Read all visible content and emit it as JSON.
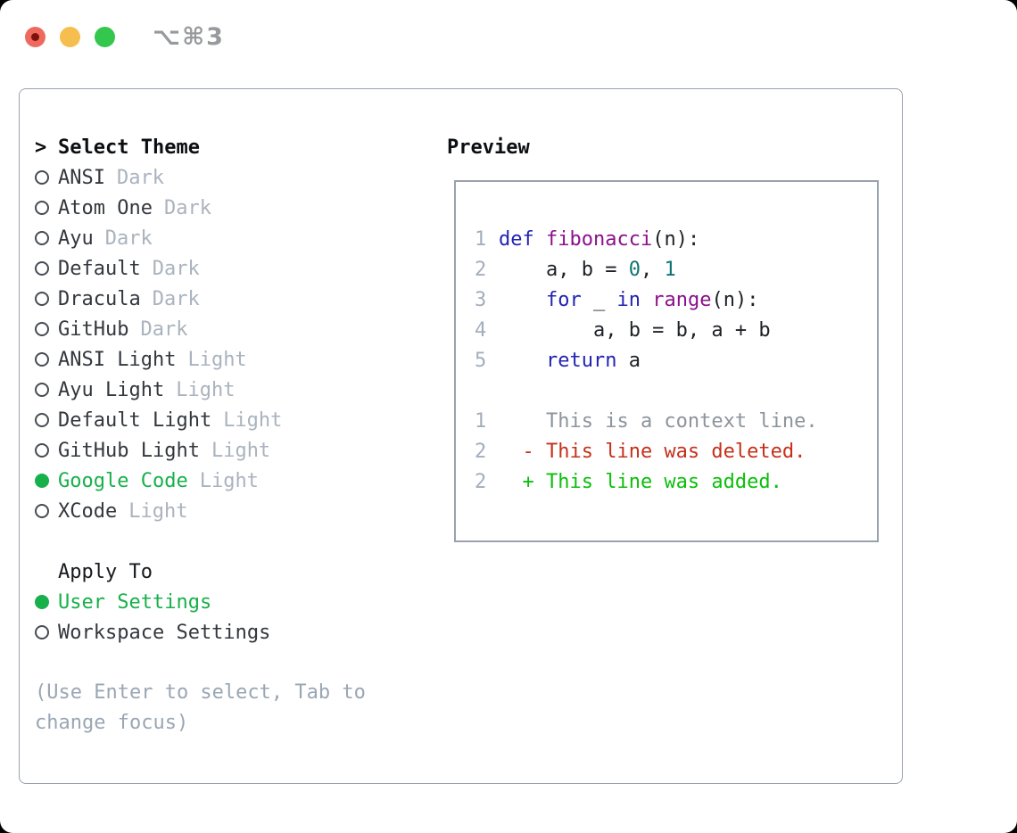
{
  "window": {
    "title": "⌥⌘3"
  },
  "colors": {
    "selection_green": "#17b04a",
    "added_green": "#0bbf0b",
    "deleted_red": "#c5301b",
    "keyword_blue": "#2323b2",
    "function_purple": "#8b118b",
    "number_teal": "#0e7373",
    "muted_gray": "#aab3be",
    "hint_gray": "#9aa6b4",
    "border_gray": "#99a2ac"
  },
  "theme_section": {
    "prompt": ">",
    "title": "Select Theme",
    "items": [
      {
        "label": "ANSI",
        "variant": "Dark",
        "selected": false
      },
      {
        "label": "Atom One",
        "variant": "Dark",
        "selected": false
      },
      {
        "label": "Ayu",
        "variant": "Dark",
        "selected": false
      },
      {
        "label": "Default",
        "variant": "Dark",
        "selected": false
      },
      {
        "label": "Dracula",
        "variant": "Dark",
        "selected": false
      },
      {
        "label": "GitHub",
        "variant": "Dark",
        "selected": false
      },
      {
        "label": "ANSI Light",
        "variant": "Light",
        "selected": false
      },
      {
        "label": "Ayu Light",
        "variant": "Light",
        "selected": false
      },
      {
        "label": "Default Light",
        "variant": "Light",
        "selected": false
      },
      {
        "label": "GitHub Light",
        "variant": "Light",
        "selected": false
      },
      {
        "label": "Google Code",
        "variant": "Light",
        "selected": true
      },
      {
        "label": "XCode",
        "variant": "Light",
        "selected": false
      }
    ]
  },
  "apply_section": {
    "title": "Apply To",
    "items": [
      {
        "label": "User Settings",
        "selected": true
      },
      {
        "label": "Workspace Settings",
        "selected": false
      }
    ]
  },
  "hint": "(Use Enter to select, Tab to change focus)",
  "preview": {
    "title": "Preview",
    "lines": [
      {
        "num": "1",
        "tokens": [
          {
            "text": "def",
            "style": "kw"
          },
          {
            "text": " ",
            "style": "plain"
          },
          {
            "text": "fibonacci",
            "style": "fn"
          },
          {
            "text": "(n):",
            "style": "plain"
          }
        ]
      },
      {
        "num": "2",
        "tokens": [
          {
            "text": "    a, b = ",
            "style": "plain"
          },
          {
            "text": "0",
            "style": "num"
          },
          {
            "text": ", ",
            "style": "plain"
          },
          {
            "text": "1",
            "style": "num"
          }
        ]
      },
      {
        "num": "3",
        "tokens": [
          {
            "text": "    ",
            "style": "plain"
          },
          {
            "text": "for",
            "style": "kw"
          },
          {
            "text": " _ ",
            "style": "plain"
          },
          {
            "text": "in",
            "style": "kw"
          },
          {
            "text": " ",
            "style": "plain"
          },
          {
            "text": "range",
            "style": "fn"
          },
          {
            "text": "(n):",
            "style": "plain"
          }
        ]
      },
      {
        "num": "4",
        "tokens": [
          {
            "text": "        a, b = b, a + b",
            "style": "plain"
          }
        ]
      },
      {
        "num": "5",
        "tokens": [
          {
            "text": "    ",
            "style": "plain"
          },
          {
            "text": "return",
            "style": "kw"
          },
          {
            "text": " a",
            "style": "plain"
          }
        ]
      },
      {
        "num": "",
        "tokens": []
      },
      {
        "num": "1",
        "tokens": [
          {
            "text": "    This is a context line.",
            "style": "ctx"
          }
        ]
      },
      {
        "num": "2",
        "tokens": [
          {
            "text": "  - This line was deleted.",
            "style": "del"
          }
        ]
      },
      {
        "num": "2",
        "tokens": [
          {
            "text": "  + This line was added.",
            "style": "add"
          }
        ]
      }
    ]
  }
}
